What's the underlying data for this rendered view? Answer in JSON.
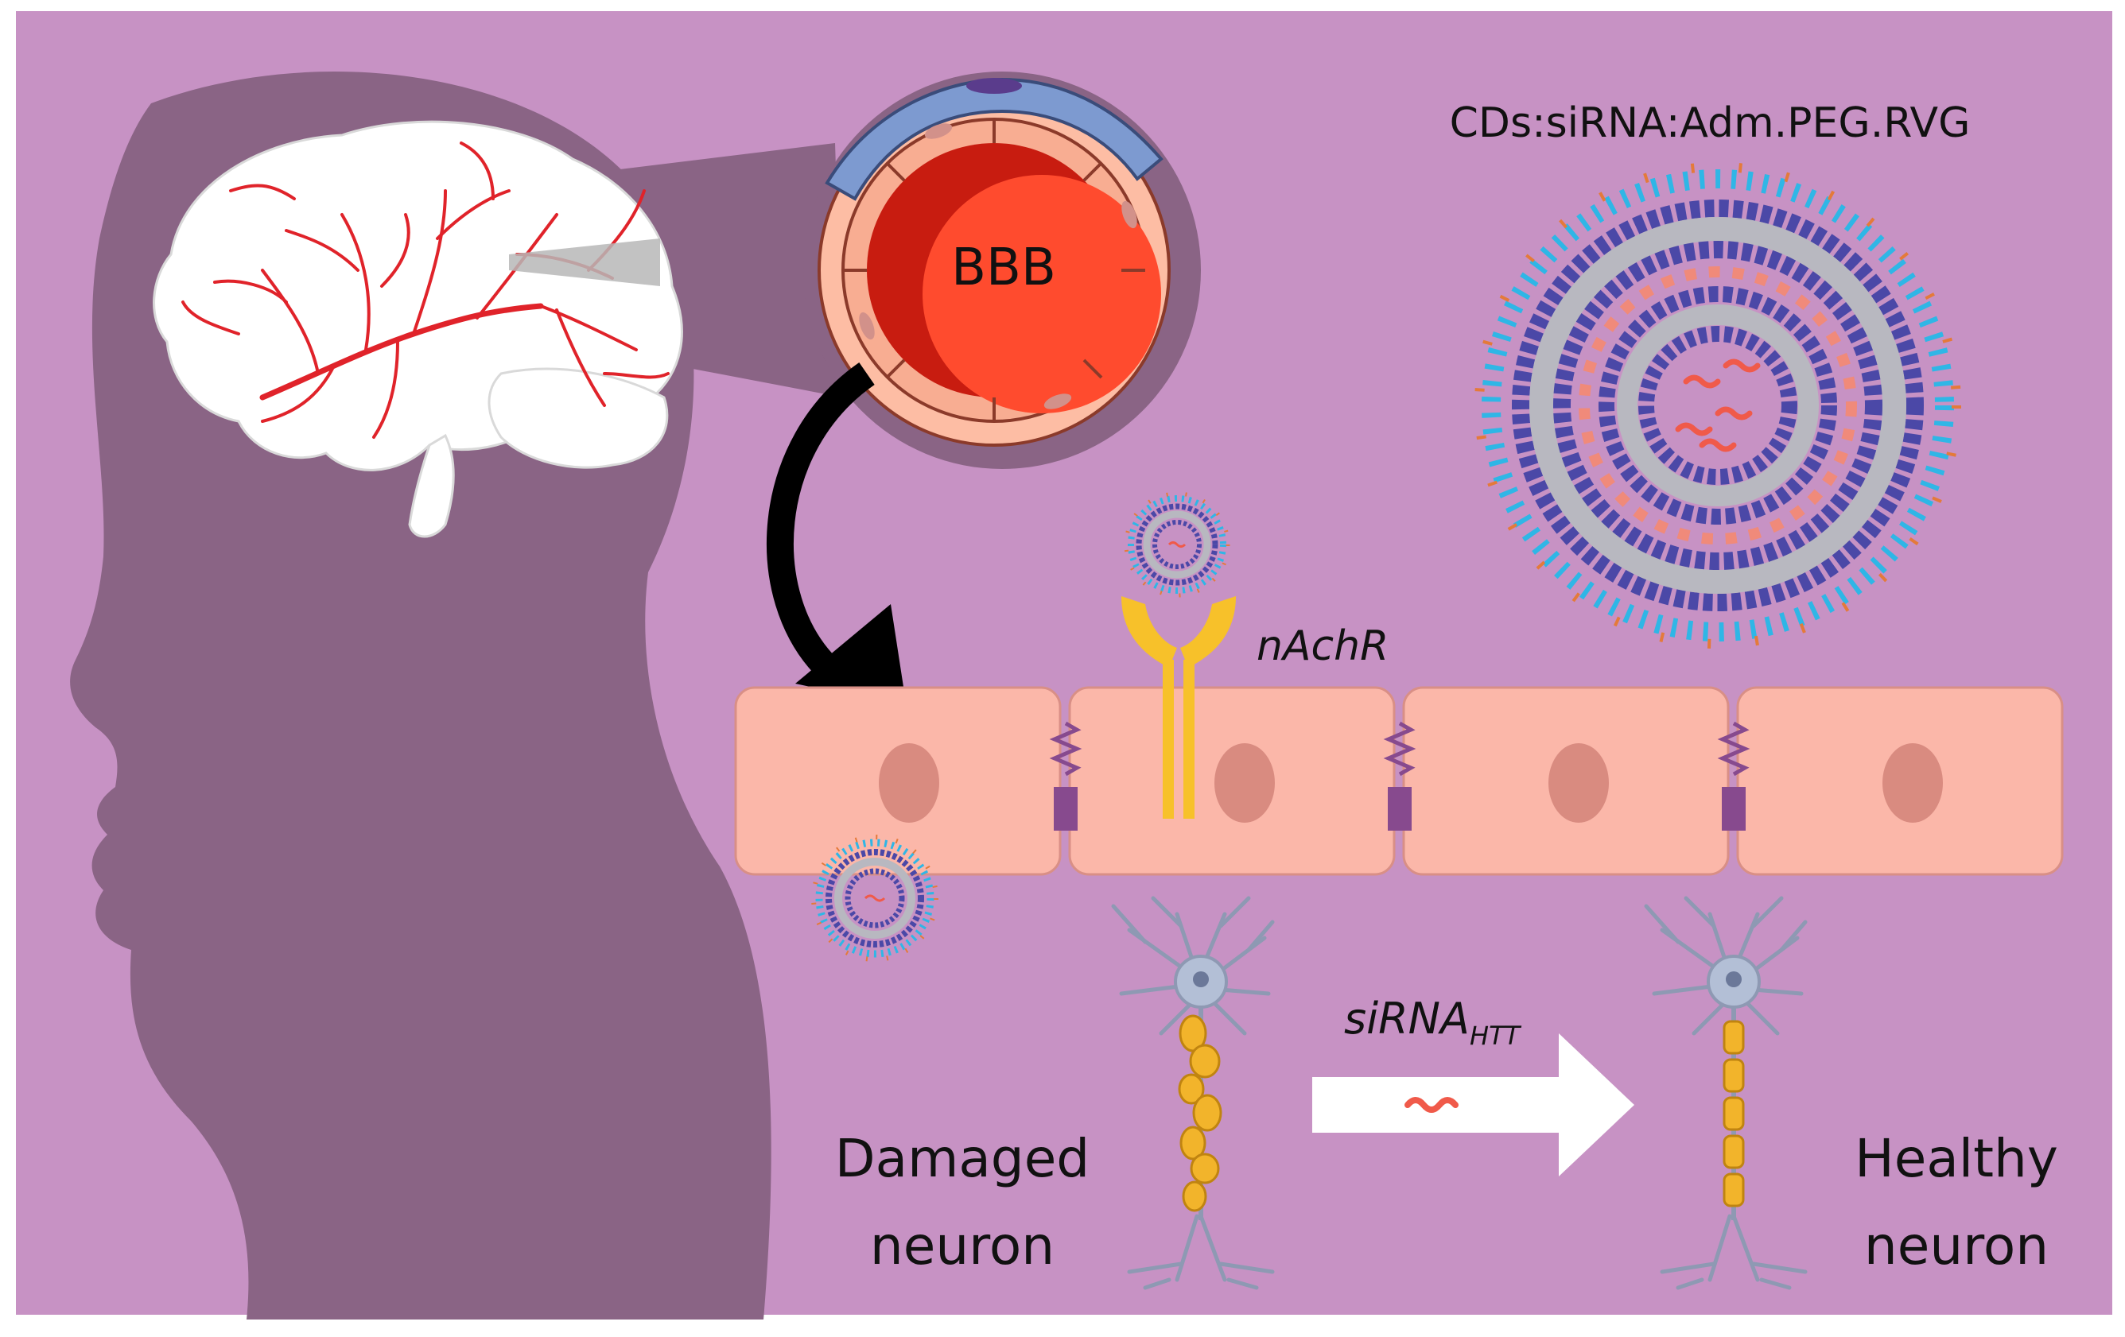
{
  "labels": {
    "bbb": "BBB",
    "nanoparticle_name": "CDs:siRNA:Adm.PEG.RVG",
    "receptor": "nAchR",
    "sirna_main": "siRNA",
    "sirna_sub": "HTT",
    "damaged_line1": "Damaged",
    "damaged_line2": "neuron",
    "healthy_line1": "Healthy",
    "healthy_line2": "neuron"
  },
  "colors": {
    "background": "#c792c4",
    "silhouette": "#8a6485",
    "vessel_blood": "#ff4b2e",
    "vessel_dark": "#c81c10",
    "endothelium": "#fbb7a9",
    "receptor": "#f7c12a",
    "junction": "#874a8e",
    "nanoparticle_ring_purple": "#4b48a7",
    "nanoparticle_ring_grey": "#b8b8c0",
    "nanoparticle_peg": "#2fb6e6",
    "nanoparticle_tip": "#e47a3a",
    "axon_myelin": "#f2b42b",
    "neuron_body": "#b3bfd6"
  }
}
